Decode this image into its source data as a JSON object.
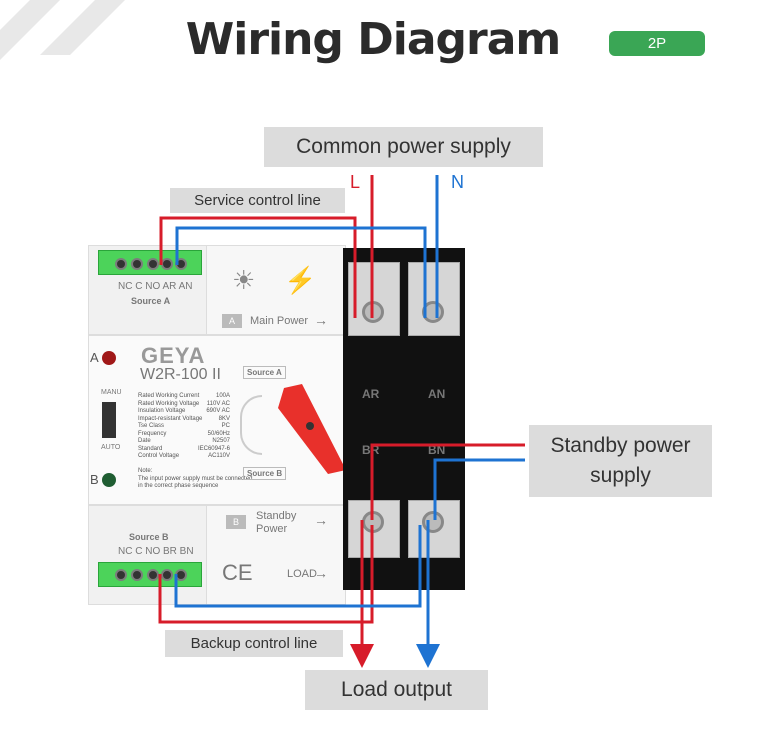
{
  "title": "Wiring Diagram",
  "badge": "2P",
  "labels": {
    "common": "Common power supply",
    "service": "Service control line",
    "standby": "Standby power supply",
    "backup": "Backup control line",
    "load": "Load output",
    "L": "L",
    "N": "N"
  },
  "device": {
    "brand": "GEYA",
    "model": "W2R-100 II",
    "top_terminals": "NC C NO AR AN",
    "top_source": "Source A",
    "bottom_terminals": "NC C NO BR BN",
    "bottom_source": "Source B",
    "main_power_tag": "A",
    "main_power": "Main Power",
    "standby_tag": "B",
    "standby_power": "Standby Power",
    "load": "LOAD",
    "ce": "CE",
    "led_a": "A",
    "led_b": "B",
    "manu": "MANU",
    "auto": "AUTO",
    "source_a_btn": "Source A",
    "source_b_btn": "Source B",
    "specs": [
      [
        "Rated Working Current",
        "100A"
      ],
      [
        "Rated Working Voltage",
        "110V AC"
      ],
      [
        "Insulation Voltage",
        "690V AC"
      ],
      [
        "Impact-resistant Voltage",
        "8KV"
      ],
      [
        "Tse Class",
        "PC"
      ],
      [
        "Frequency",
        "50/60Hz"
      ],
      [
        "Date",
        "N2507"
      ],
      [
        "Standard",
        "IEC60947-6"
      ],
      [
        "Control Voltage",
        "AC110V"
      ]
    ],
    "note_title": "Note:",
    "note": "The input power supply must be connected in the correct phase sequence",
    "ar": "AR",
    "an": "AN",
    "br": "BR",
    "bn": "BN"
  },
  "colors": {
    "red": "#d71c2a",
    "blue": "#1e73d2",
    "green": "#3aa655"
  }
}
